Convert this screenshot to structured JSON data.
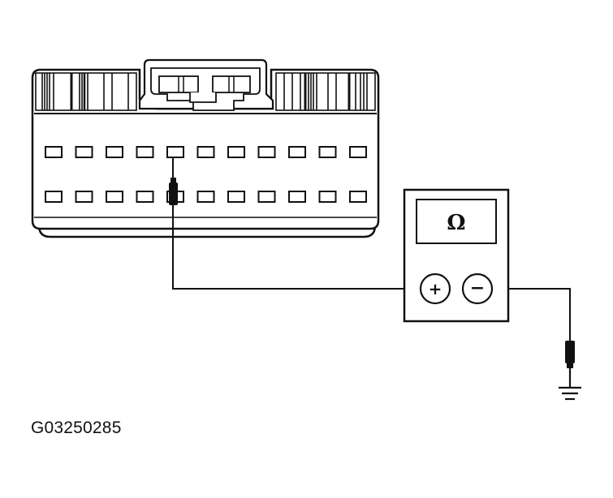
{
  "figure_code": "G03250285",
  "meter": {
    "display_symbol": "Ω",
    "positive_symbol": "+",
    "negative_symbol": "−"
  },
  "connector": {
    "top_row_pins": 11,
    "bottom_row_pins": 11,
    "probed_row": "bottom",
    "probed_pin_index": 5
  },
  "colors": {
    "line": "#111111",
    "background": "#ffffff"
  }
}
